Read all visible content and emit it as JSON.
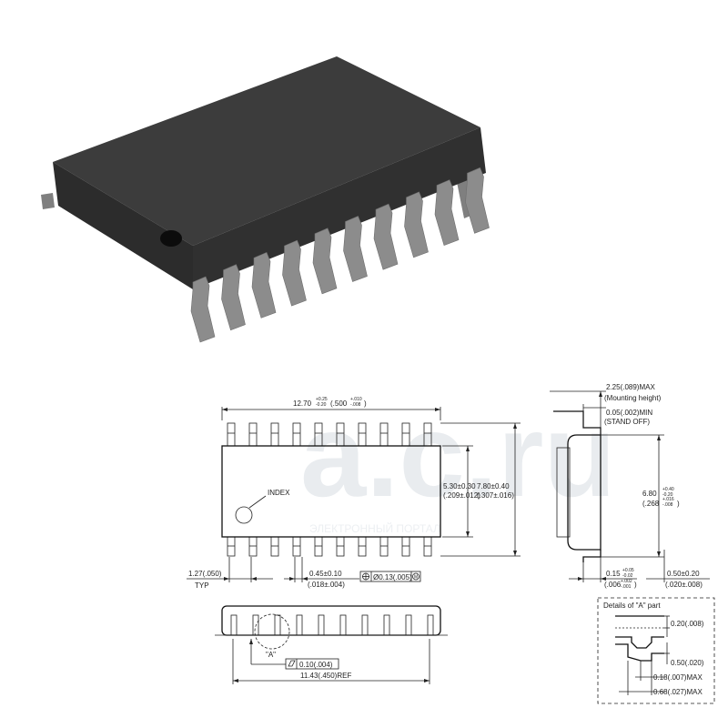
{
  "watermark": {
    "main": "a.c.ru",
    "sub": "ЭЛЕКТРОННЫЙ ПОРТАЛ"
  },
  "top_view": {
    "width_main": "12.70",
    "width_tol_plus": "+0.25",
    "width_tol_minus": "-0.20",
    "width_inch": "(.500",
    "width_inch_tol_plus": "+.010",
    "width_inch_tol_minus": "-.008",
    "width_inch_close": ")",
    "index_label": "INDEX",
    "body_height": "5.30±0.30",
    "body_height_inch": "(.209±.012)",
    "overall_height": "7.80±0.40",
    "overall_height_inch": "(.307±.016)",
    "pitch": "1.27(.050)",
    "pitch_typ": "TYP",
    "lead_width": "0.45±0.10",
    "lead_width_inch": "(.018±.004)",
    "position_tol": "Ø0.13(.005)",
    "position_ref": "M"
  },
  "side_view": {
    "flatness": "0.10(.004)",
    "detail_callout": "\"A\"",
    "ref_length": "11.43(.450)REF"
  },
  "end_view": {
    "max_height": "2.25(.089)MAX",
    "mounting_height": "(Mounting height)",
    "standoff": "0.05(.002)MIN",
    "standoff_label": "(STAND OFF)",
    "body_width": "6.80",
    "body_width_tol_plus": "+0.40",
    "body_width_tol_minus": "-0.20",
    "body_width_inch": "(.268",
    "body_width_inch_tol_plus": "+.016",
    "body_width_inch_tol_minus": "-.008",
    "body_width_inch_close": ")",
    "lead_thickness": "0.15",
    "lead_thickness_tol_plus": "+0.05",
    "lead_thickness_tol_minus": "-0.02",
    "lead_thickness_inch": "(.006",
    "lead_thickness_inch_tol_plus": "+.002",
    "lead_thickness_inch_tol_minus": "-.001",
    "lead_thickness_inch_close": ")",
    "foot_length": "0.50±0.20",
    "foot_length_inch": "(.020±.008)"
  },
  "detail_a": {
    "title": "Details of \"A\" part",
    "dim_1": "0.20(.008)",
    "dim_2": "0.50(.020)",
    "dim_3": "0.18(.007)MAX",
    "dim_4": "0.68(.027)MAX"
  },
  "colors": {
    "package_body": "#3a3a3a",
    "package_top": "#2f2f2f",
    "lead": "#8c8c8c",
    "line": "#222222"
  }
}
